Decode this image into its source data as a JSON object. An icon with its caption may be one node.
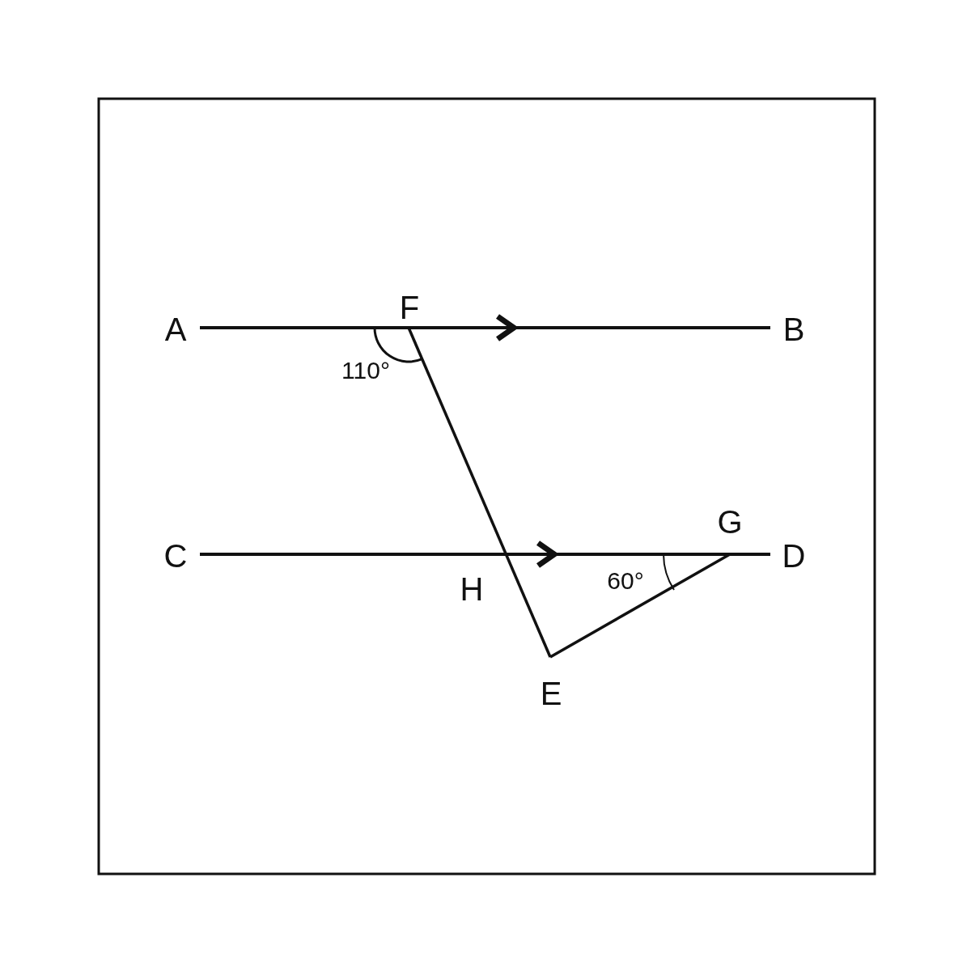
{
  "diagram": {
    "labels": [
      "F",
      "A",
      "B",
      "110°",
      "G",
      "C",
      "D",
      "60°",
      "H",
      "E"
    ]
  }
}
